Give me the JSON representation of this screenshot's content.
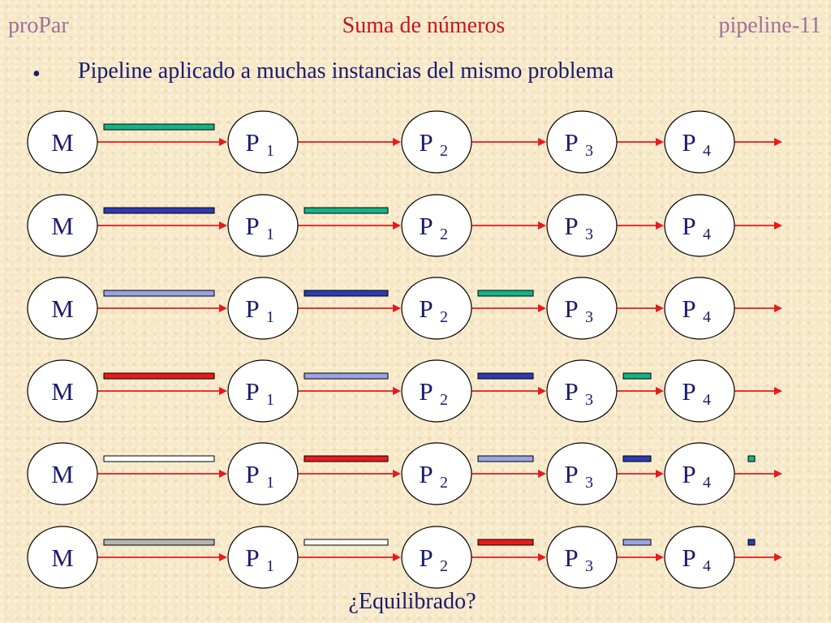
{
  "header": {
    "left": "proPar",
    "center": "Suma de números",
    "right": "pipeline-11"
  },
  "bullet": {
    "symbol": "•",
    "text": "Pipeline aplicado a muchas instancias del mismo problema"
  },
  "footer": {
    "question": "¿Equilibrado?"
  },
  "nodes": [
    {
      "label": "M",
      "sub": ""
    },
    {
      "label": "P",
      "sub": "1"
    },
    {
      "label": "P",
      "sub": "2"
    },
    {
      "label": "P",
      "sub": "3"
    },
    {
      "label": "P",
      "sub": "4"
    }
  ],
  "colors": {
    "arrow": "#e8191d",
    "node_fill": "#ffffff",
    "teal": "#13b38a",
    "dark_blue": "#2c3ab4",
    "light_blue": "#9aa2e6",
    "red": "#e8191d",
    "white": "#ffffff",
    "gray": "#b5b5b5"
  },
  "rows": [
    {
      "segments": [
        [
          "teal"
        ],
        [],
        [],
        [],
        []
      ]
    },
    {
      "segments": [
        [
          "dark_blue"
        ],
        [
          "teal"
        ],
        [],
        [],
        []
      ]
    },
    {
      "segments": [
        [
          "light_blue"
        ],
        [
          "dark_blue"
        ],
        [
          "teal"
        ],
        [],
        []
      ]
    },
    {
      "segments": [
        [
          "red"
        ],
        [
          "light_blue"
        ],
        [
          "dark_blue"
        ],
        [
          "teal"
        ],
        []
      ]
    },
    {
      "segments": [
        [
          "white"
        ],
        [
          "red"
        ],
        [
          "light_blue"
        ],
        [
          "dark_blue"
        ],
        [
          "teal"
        ]
      ]
    },
    {
      "segments": [
        [
          "gray"
        ],
        [
          "white"
        ],
        [
          "red"
        ],
        [
          "light_blue"
        ],
        [
          "dark_blue"
        ]
      ]
    }
  ]
}
